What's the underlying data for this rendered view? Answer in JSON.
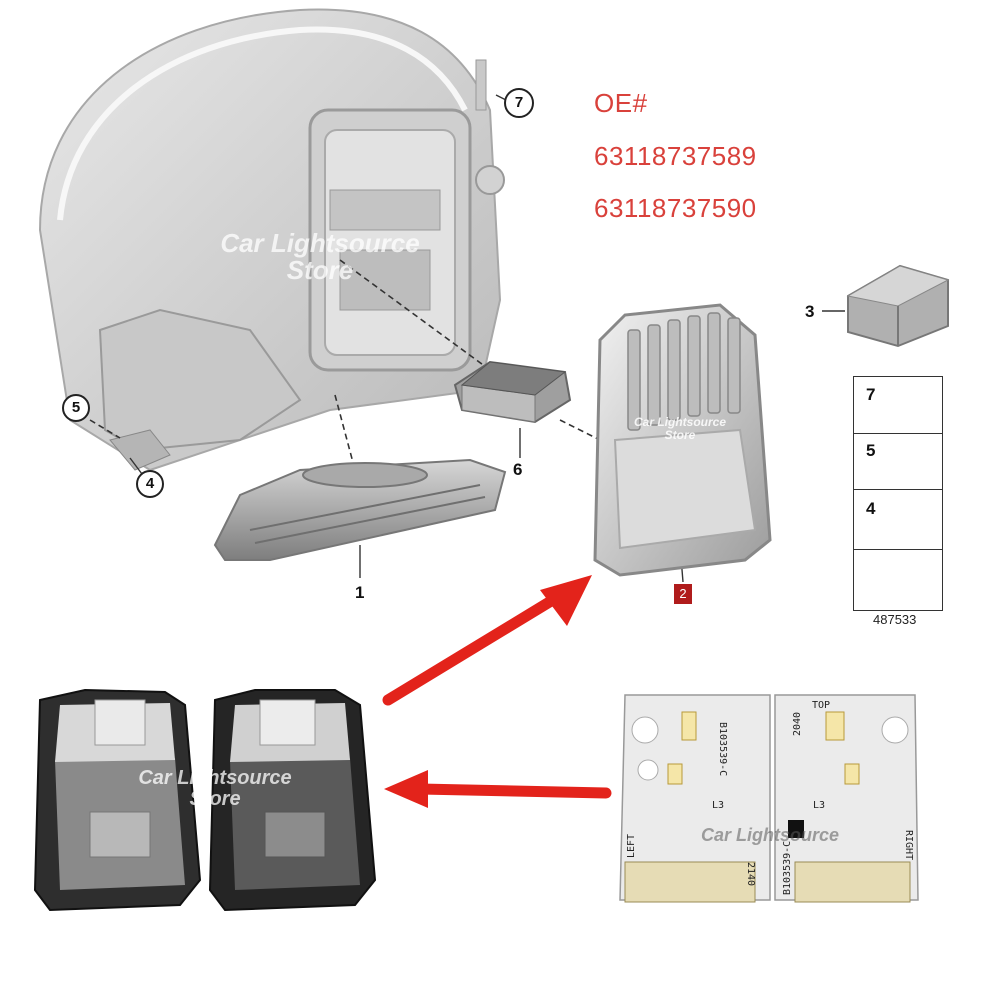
{
  "oe": {
    "label": "OE#",
    "part_numbers": [
      "63118737589",
      "63118737590"
    ]
  },
  "watermark": {
    "line1": "Car Lightsource",
    "line2": "Store"
  },
  "callouts": {
    "c7": "7",
    "c5": "5",
    "c4": "4",
    "c6": "6",
    "c1": "1",
    "c2": "2",
    "c3": "3"
  },
  "legend": {
    "rows": [
      "7",
      "5",
      "4"
    ],
    "diagram_code": "487533"
  },
  "pcb": {
    "code_left": "B103539-C",
    "code_right": "B103539-C",
    "top": "TOP",
    "left": "LEFT",
    "right": "RIGHT",
    "num_2040": "2040",
    "num_2140": "2140",
    "l3": "L3"
  },
  "colors": {
    "oe_red": "#d9413b",
    "arrow_red": "#e3231b",
    "part_label_bg": "#b01c1c"
  }
}
